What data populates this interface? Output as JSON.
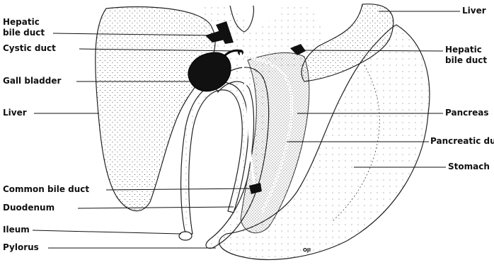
{
  "labels_left": {
    "hepatic_bile_duct": "Hepatic\nbile duct",
    "cystic_duct": "Cystic duct",
    "gall_bladder": "Gall bladder",
    "liver": "Liver",
    "common_bile_duct": "Common bile duct",
    "duodenum": "Duodenum",
    "ileum": "Ileum",
    "pylorus": "Pylorus"
  },
  "labels_right": {
    "liver": "Liver",
    "hepatic_bile_duct": "Hepatic\nbile duct",
    "pancreas": "Pancreas",
    "pancreatic_duct": "Pancreatic duct",
    "stomach": "Stomach"
  },
  "signature": "OJI"
}
